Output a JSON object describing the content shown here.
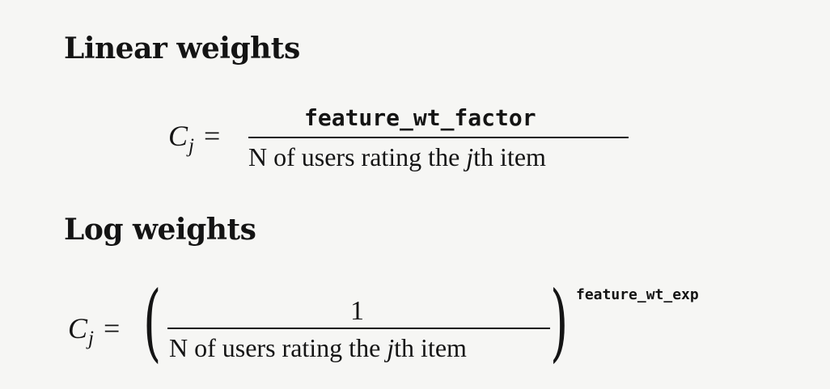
{
  "document": {
    "sections": [
      {
        "title": "Linear weights",
        "equation": {
          "lhs_var": "C",
          "lhs_sub": "j",
          "equals": "=",
          "numerator": "feature_wt_factor",
          "denominator_prefix": "N of users rating the ",
          "denominator_var": "j",
          "denominator_suffix": "th item"
        }
      },
      {
        "title": "Log weights",
        "equation": {
          "lhs_var": "C",
          "lhs_sub": "j",
          "equals": "=",
          "left_paren": "(",
          "numerator": "1",
          "denominator_prefix": "N of users rating the ",
          "denominator_var": "j",
          "denominator_suffix": "th item",
          "right_paren": ")",
          "exponent": "feature_wt_exp"
        }
      }
    ]
  }
}
